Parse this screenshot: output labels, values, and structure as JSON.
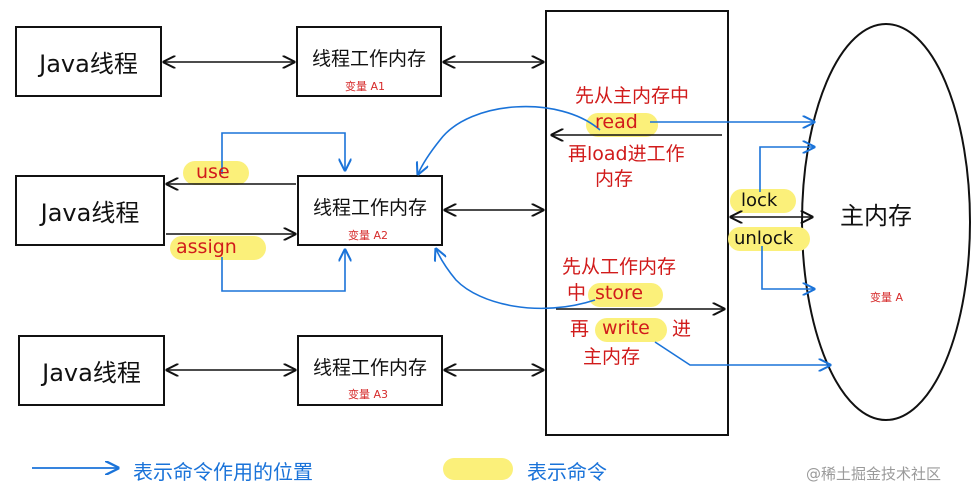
{
  "threads": [
    {
      "label": "Java线程"
    },
    {
      "label": "Java线程"
    },
    {
      "label": "Java线程"
    }
  ],
  "working_memory": [
    {
      "label": "线程工作内存",
      "var": "变量 A1"
    },
    {
      "label": "线程工作内存",
      "var": "变量 A2"
    },
    {
      "label": "线程工作内存",
      "var": "变量 A3"
    }
  ],
  "main_memory": {
    "label": "主内存",
    "var": "变量 A"
  },
  "interface_notes": {
    "read_line1": "先从主内存中",
    "read_cmd": "read",
    "load_line1": "再load进工作",
    "load_line2": "内存",
    "store_line1": "先从工作内存",
    "store_prefix": "中",
    "store_cmd": "store",
    "write_prefix": "再",
    "write_cmd": "write",
    "write_suffix": "进",
    "write_line2": "主内存"
  },
  "commands": {
    "use": "use",
    "assign": "assign",
    "lock": "lock",
    "unlock": "unlock"
  },
  "legend": {
    "arrow_label": "表示命令作用的位置",
    "highlight_label": "表示命令"
  },
  "watermark": "@稀土掘金技术社区",
  "colors": {
    "arrow_blue": "#1a73d9",
    "highlight": "#fbf07a",
    "note_red": "#d11b1b",
    "line": "#111111"
  }
}
